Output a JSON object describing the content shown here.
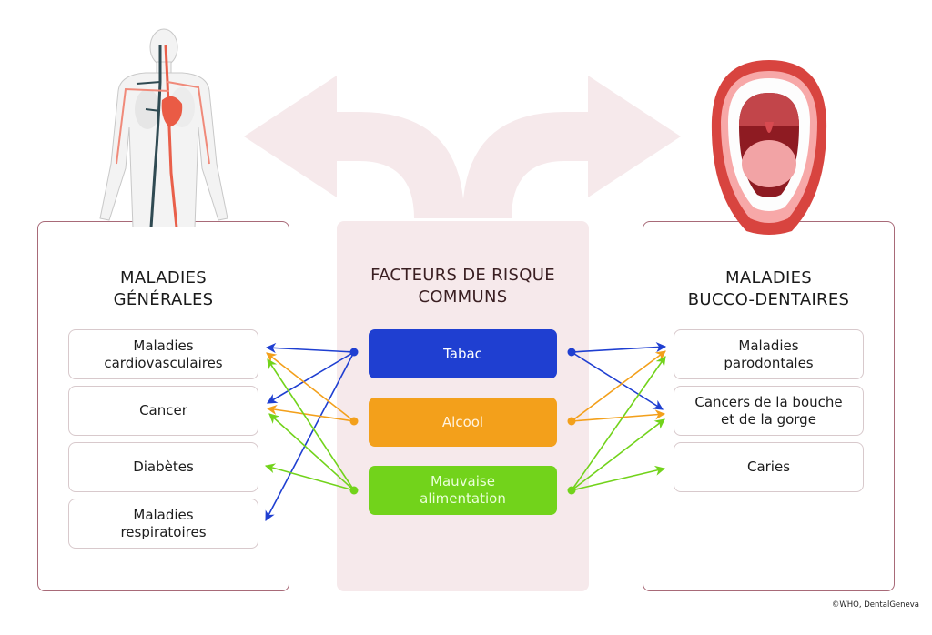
{
  "colors": {
    "tabac": "#1f3fd1",
    "alcool": "#f3a01b",
    "mauvaise_alimentation": "#72d31b",
    "panel_border": "#a86a78",
    "center_bg": "#f6e9eb",
    "arrow_bg": "#f6e9eb"
  },
  "left_panel": {
    "title_lines": [
      "MALADIES",
      "GÉNÉRALES"
    ],
    "illustration": "human-circulatory-system-illustration",
    "items": [
      {
        "id": "cardio",
        "lines": [
          "Maladies",
          "cardiovasculaires"
        ]
      },
      {
        "id": "cancer",
        "lines": [
          "Cancer"
        ]
      },
      {
        "id": "diabetes",
        "lines": [
          "Diabètes"
        ]
      },
      {
        "id": "respiratory",
        "lines": [
          "Maladies",
          "respiratoires"
        ]
      }
    ]
  },
  "center_panel": {
    "title_lines": [
      "FACTEURS DE RISQUE",
      "COMMUNS"
    ],
    "factors": [
      {
        "id": "tabac",
        "lines": [
          "Tabac"
        ],
        "text_color": "#ffffff"
      },
      {
        "id": "alcool",
        "lines": [
          "Alcool"
        ],
        "text_color": "#fff3df"
      },
      {
        "id": "mauvaise_alimentation",
        "lines": [
          "Mauvaise",
          "alimentation"
        ],
        "text_color": "#eaffd8"
      }
    ]
  },
  "right_panel": {
    "title_lines": [
      "MALADIES",
      "BUCCO-DENTAIRES"
    ],
    "illustration": "open-mouth-illustration",
    "items": [
      {
        "id": "perio",
        "lines": [
          "Maladies",
          "parodontales"
        ]
      },
      {
        "id": "oral_cancer",
        "lines": [
          "Cancers de la bouche",
          "et de la gorge"
        ]
      },
      {
        "id": "caries",
        "lines": [
          "Caries"
        ]
      }
    ]
  },
  "links": {
    "left": [
      {
        "from": "tabac",
        "to": "cardio"
      },
      {
        "from": "tabac",
        "to": "cancer"
      },
      {
        "from": "tabac",
        "to": "respiratory"
      },
      {
        "from": "alcool",
        "to": "cardio"
      },
      {
        "from": "alcool",
        "to": "cancer"
      },
      {
        "from": "mauvaise_alimentation",
        "to": "cardio"
      },
      {
        "from": "mauvaise_alimentation",
        "to": "cancer"
      },
      {
        "from": "mauvaise_alimentation",
        "to": "diabetes"
      }
    ],
    "right": [
      {
        "from": "tabac",
        "to": "perio"
      },
      {
        "from": "tabac",
        "to": "oral_cancer"
      },
      {
        "from": "alcool",
        "to": "perio"
      },
      {
        "from": "alcool",
        "to": "oral_cancer"
      },
      {
        "from": "mauvaise_alimentation",
        "to": "perio"
      },
      {
        "from": "mauvaise_alimentation",
        "to": "oral_cancer"
      },
      {
        "from": "mauvaise_alimentation",
        "to": "caries"
      }
    ]
  },
  "credit": "©WHO, DentalGeneva"
}
